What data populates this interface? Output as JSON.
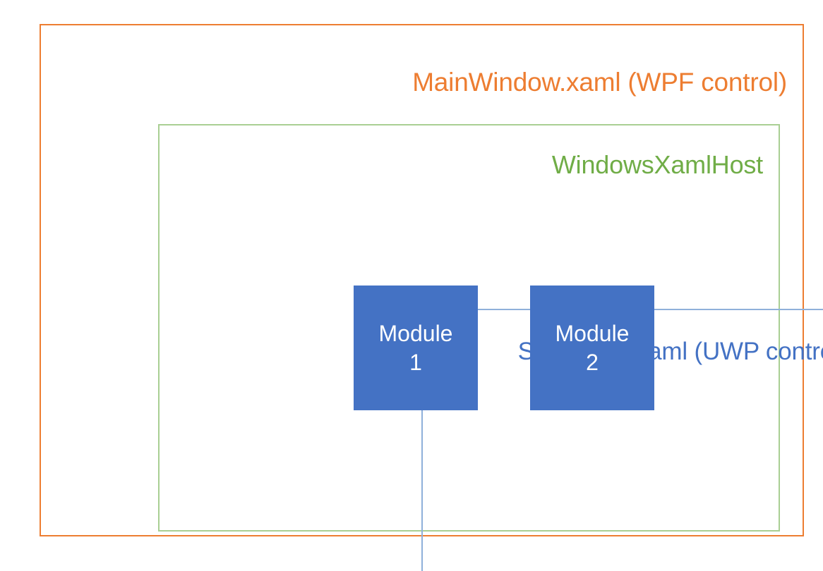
{
  "diagram": {
    "layers": [
      {
        "id": "mainwindow",
        "label": "MainWindow.xaml (WPF control)",
        "color": "#ED7D31"
      },
      {
        "id": "windowsxamlhost",
        "label": "WindowsXamlHost",
        "color": "#70AD47"
      },
      {
        "id": "shellpage",
        "label": "ShellPage.xaml (UWP control)",
        "color": "#4472C4"
      }
    ],
    "modules": [
      {
        "id": "module-1",
        "name": "Module",
        "number": "1",
        "fill": "#4472C4",
        "text_color": "#FFFFFF"
      },
      {
        "id": "module-2",
        "name": "Module",
        "number": "2",
        "fill": "#4472C4",
        "text_color": "#FFFFFF"
      }
    ]
  }
}
